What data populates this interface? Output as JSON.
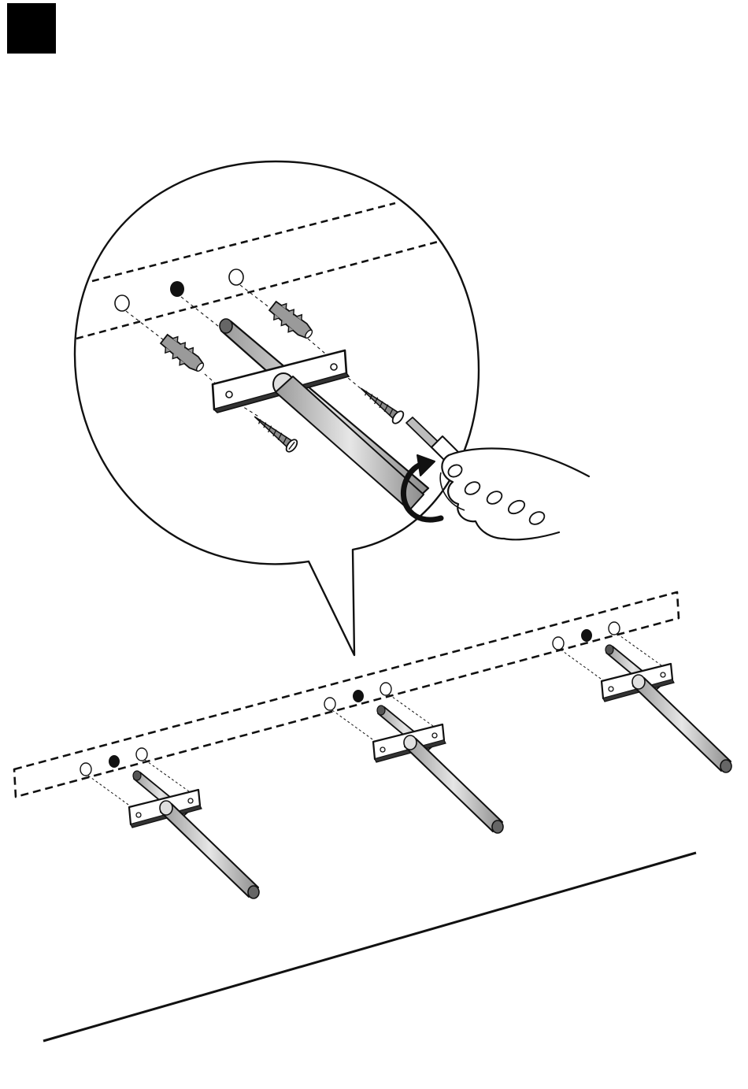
{
  "step_marker": {
    "shape": "filled-square",
    "color": "#000000"
  },
  "illustration": {
    "stroke_color": "#111111",
    "fill_color": "#ffffff",
    "metal_color": "#c8c8c8",
    "plug_color": "#9a9a9a",
    "bracket_count": 3,
    "holes_per_bracket": 3,
    "icons": [
      "wall-plug-icon",
      "screw-icon",
      "screwdriver-icon",
      "hand-icon",
      "rotation-arrow-icon",
      "shelf-rod-icon",
      "mounting-plate-icon"
    ]
  }
}
